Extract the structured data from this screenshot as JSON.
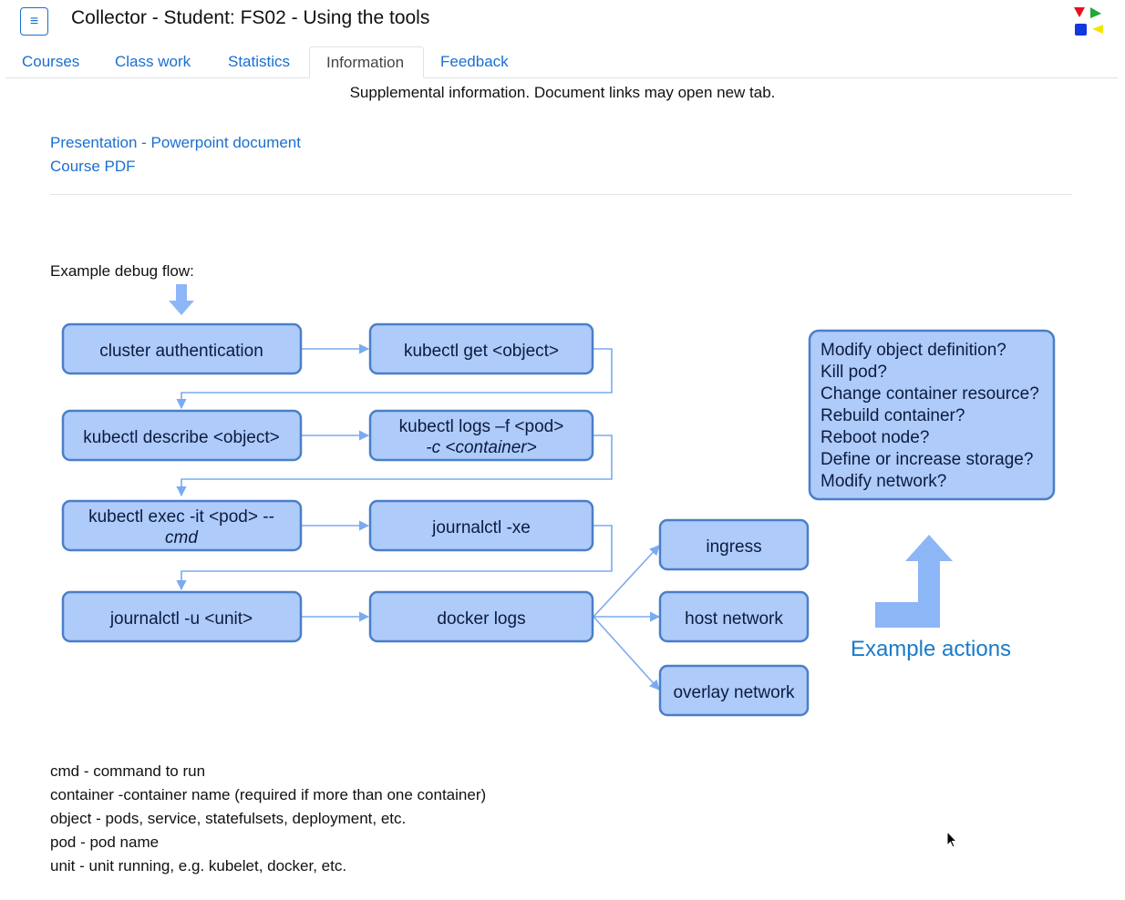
{
  "header": {
    "title": "Collector - Student: FS02 - Using the tools",
    "menu_icon": "≡"
  },
  "tabs": [
    {
      "label": "Courses",
      "active": false
    },
    {
      "label": "Class work",
      "active": false
    },
    {
      "label": "Statistics",
      "active": false
    },
    {
      "label": "Information",
      "active": true
    },
    {
      "label": "Feedback",
      "active": false
    }
  ],
  "info": {
    "subtitle": "Supplemental information. Document links may open new tab.",
    "links": [
      "Presentation - Powerpoint document",
      "Course PDF"
    ]
  },
  "diagram": {
    "label": "Example debug flow:",
    "boxes": {
      "cluster_auth": "cluster authentication",
      "kubectl_get": "kubectl get <object>",
      "kubectl_describe": "kubectl describe <object>",
      "kubectl_logs_line1": "kubectl logs –f <pod>",
      "kubectl_logs_line2": "-c <container>",
      "kubectl_exec_line1": "kubectl exec -it <pod> --",
      "kubectl_exec_line2": "cmd",
      "journalctl_xe": "journalctl -xe",
      "journalctl_u": "journalctl -u <unit>",
      "docker_logs": "docker logs",
      "ingress": "ingress",
      "host_network": "host network",
      "overlay_network": "overlay network"
    },
    "actions": [
      "Modify object definition?",
      "Kill pod?",
      "Change container resource?",
      "Rebuild container?",
      "Reboot node?",
      "Define or increase storage?",
      "Modify network?"
    ],
    "actions_label": "Example actions"
  },
  "legend": [
    "cmd - command to run",
    "container -container name (required if more than one container)",
    "object - pods, service, statefulsets, deployment, etc.",
    "pod - pod name",
    "unit - unit running, e.g. kubelet, docker, etc."
  ],
  "colors": {
    "link": "#1a6fd0",
    "box_fill": "#aecbfa",
    "box_stroke": "#4a7fc8",
    "arrow": "#7aaaf2",
    "big_arrow": "#8db6f7",
    "actions_text": "#1a7ac8",
    "logo_red": "#e8111a",
    "logo_green": "#22a83a",
    "logo_blue": "#1238e0",
    "logo_yellow": "#f2e600"
  }
}
